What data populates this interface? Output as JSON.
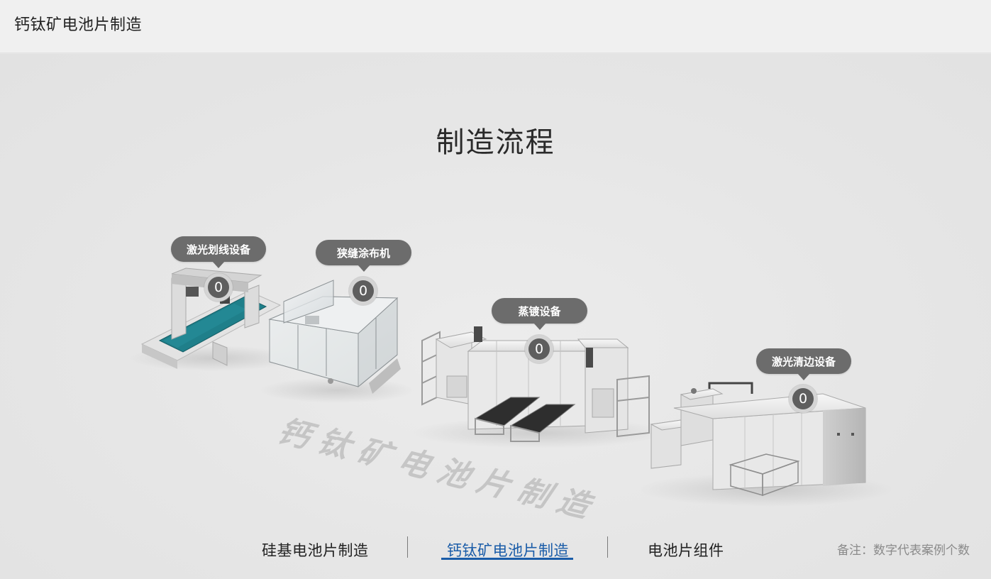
{
  "header": {
    "title": "钙钛矿电池片制造"
  },
  "main": {
    "section_title": "制造流程",
    "watermark": "钙钛矿电池片制造",
    "equipment": [
      {
        "label": "激光划线设备",
        "count": "0"
      },
      {
        "label": "狭缝涂布机",
        "count": "0"
      },
      {
        "label": "蒸镀设备",
        "count": "0"
      },
      {
        "label": "激光清边设备",
        "count": "0"
      }
    ]
  },
  "tabs": [
    {
      "label": "硅基电池片制造",
      "active": false
    },
    {
      "label": "钙钛矿电池片制造",
      "active": true
    },
    {
      "label": "电池片组件",
      "active": false
    }
  ],
  "note": "备注：数字代表案例个数",
  "colors": {
    "accent": "#1a5ca8",
    "callout": "#6c6c6c",
    "panel": "#1f7f8a"
  }
}
